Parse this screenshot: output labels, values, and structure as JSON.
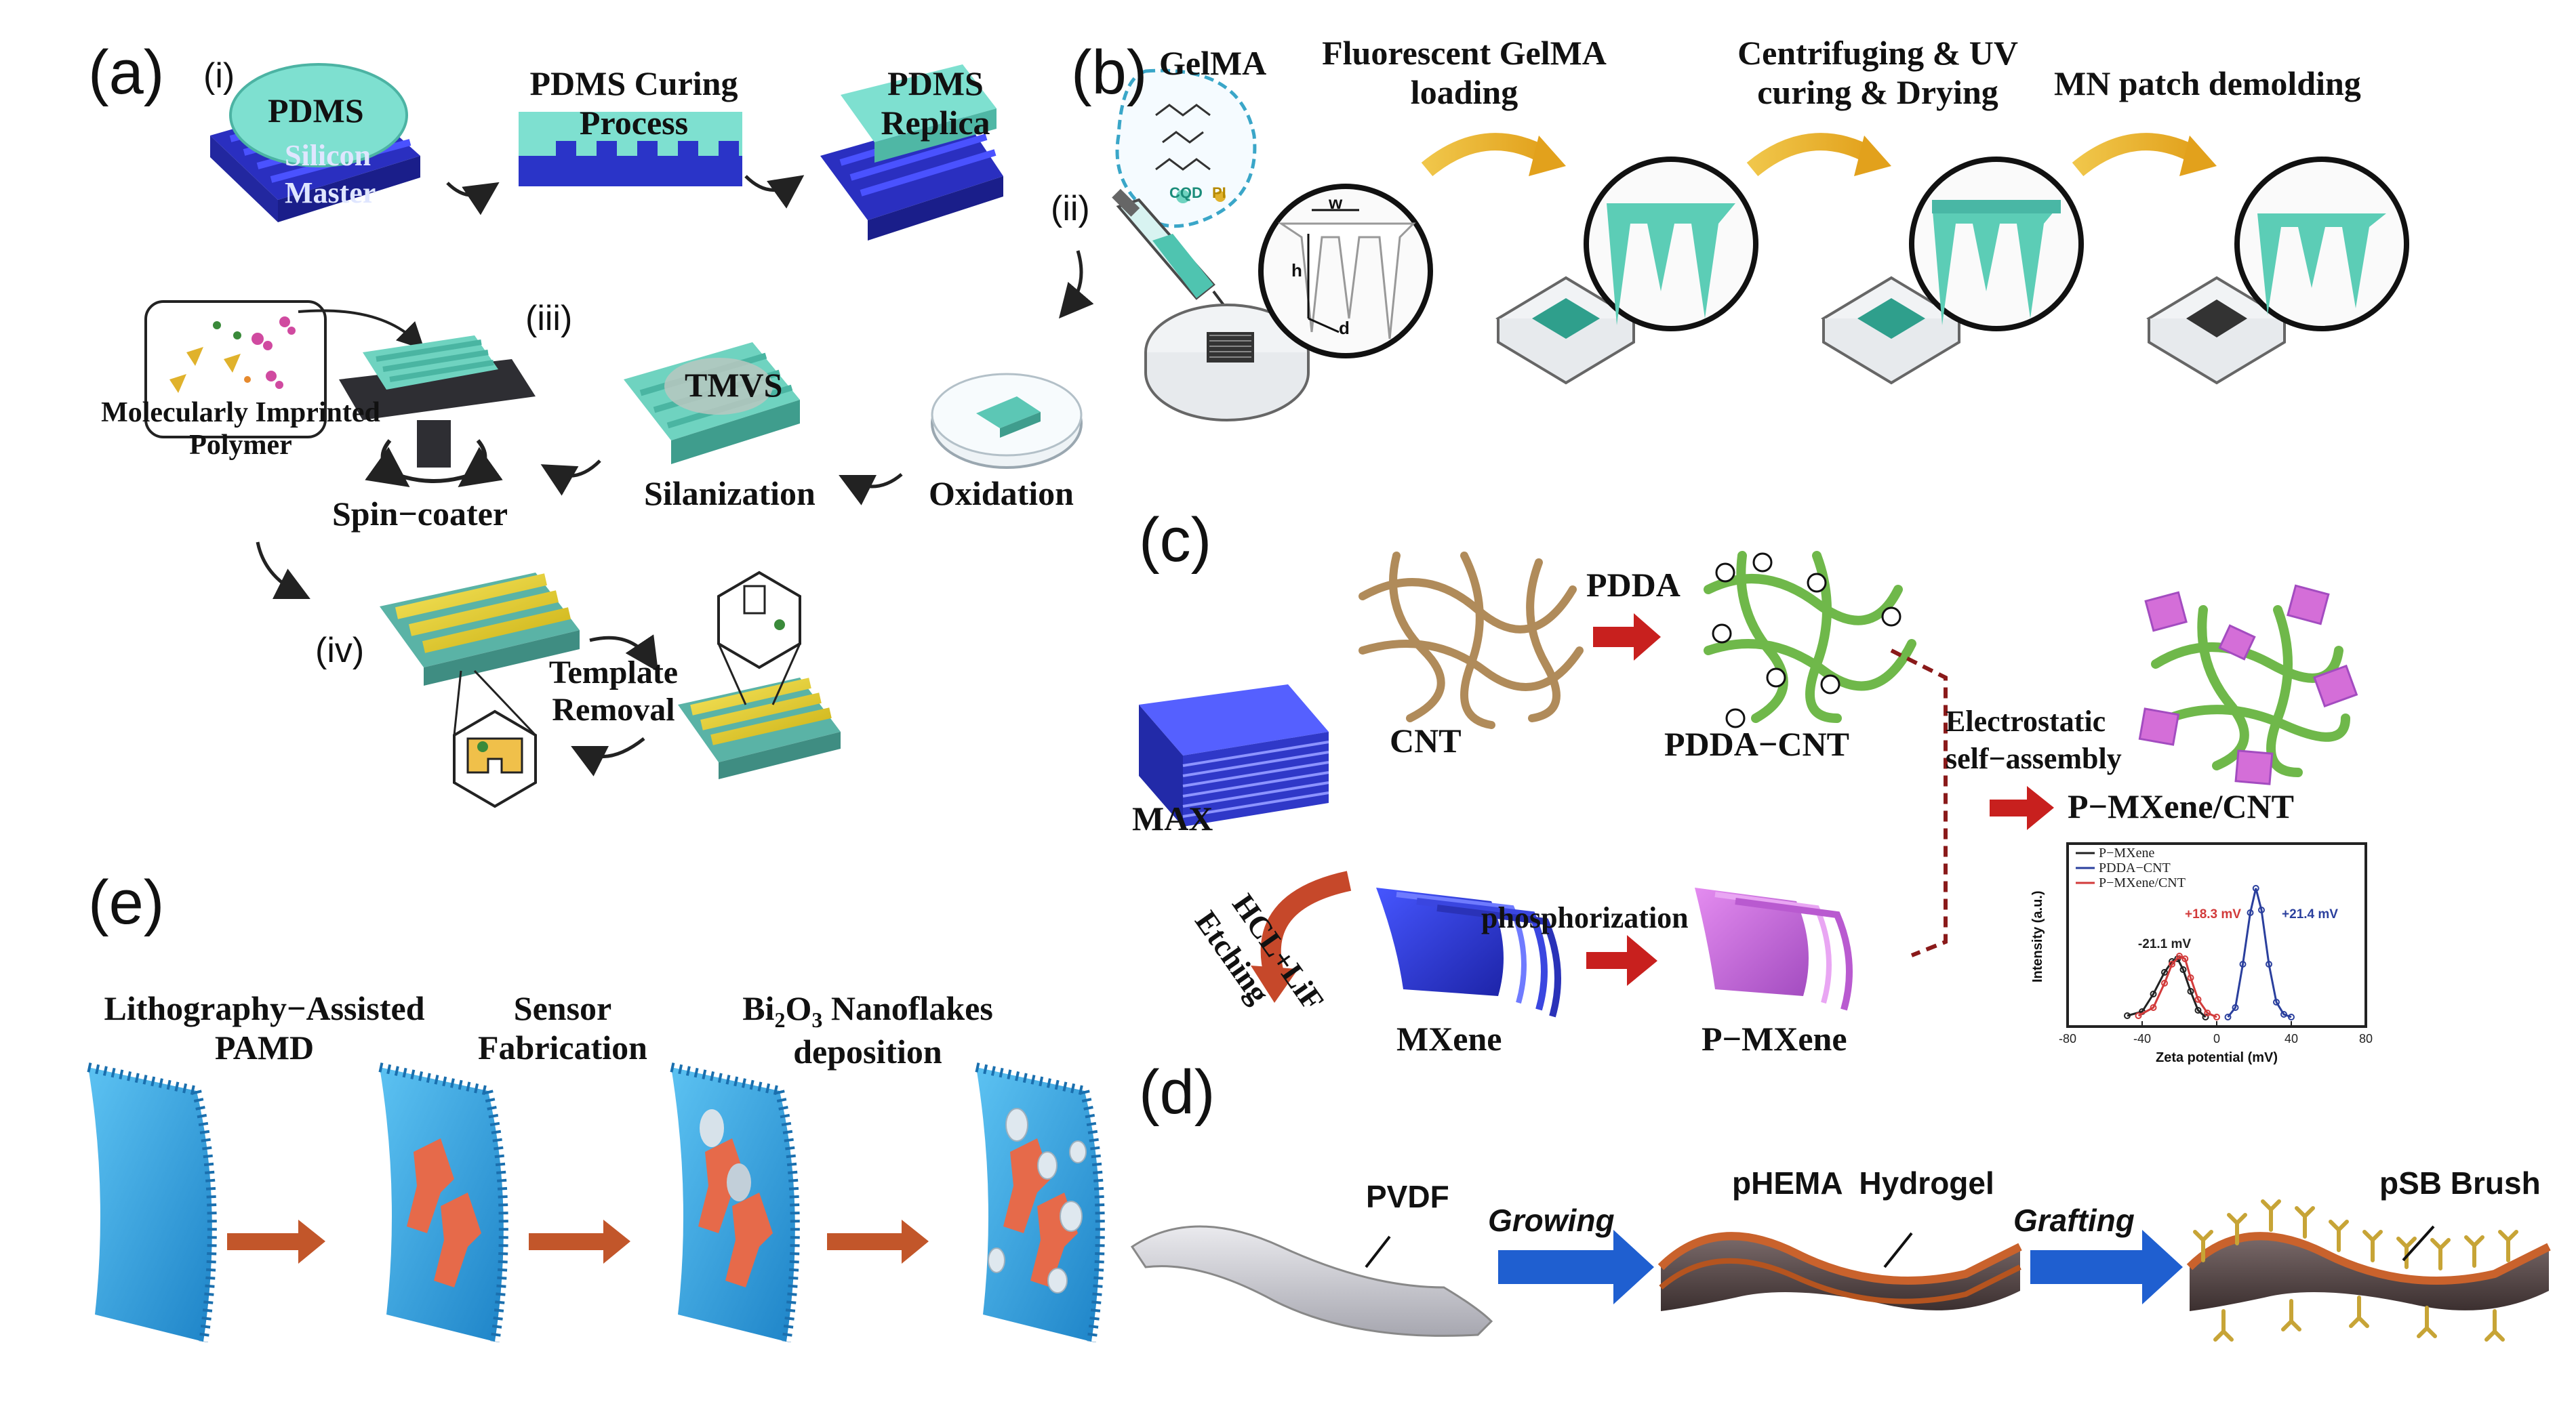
{
  "panels": {
    "a": "(a)",
    "b": "(b)",
    "c": "(c)",
    "d": "(d)",
    "e": "(e)"
  },
  "a": {
    "step_i": "(i)",
    "step_ii": "(ii)",
    "step_iii": "(iii)",
    "step_iv": "(iv)",
    "pdms": "PDMS",
    "silicon_master_1": "Silicon",
    "silicon_master_2": "Master",
    "curing_1": "PDMS Curing",
    "curing_2": "Process",
    "replica_1": "PDMS",
    "replica_2": "Replica",
    "mip_1": "Molecularly Imprinted",
    "mip_2": "Polymer",
    "spin_coater": "Spin−coater",
    "tmvs": "TMVS",
    "silanization": "Silanization",
    "oxidation": "Oxidation",
    "template_1": "Template",
    "template_2": "Removal"
  },
  "b": {
    "gelma": "GelMA",
    "cqd": "CQD",
    "pi": "PI",
    "w": "w",
    "h": "h",
    "d": "d",
    "step1_1": "Fluorescent GelMA",
    "step1_2": "loading",
    "step2_1": "Centrifuging & UV",
    "step2_2": "curing & Drying",
    "step3": "MN patch demolding"
  },
  "c": {
    "cnt": "CNT",
    "pdda": "PDDA",
    "pdda_cnt": "PDDA−CNT",
    "max": "MAX",
    "hcl_lif": "HCL+LiF",
    "etching": "Etching",
    "mxene": "MXene",
    "phosphorization": "phosphorization",
    "p_mxene": "P−MXene",
    "electro_1": "Electrostatic",
    "electro_2": "self−assembly",
    "product": "P−MXene/CNT"
  },
  "chart_data": {
    "type": "line",
    "xlabel": "Zeta potential (mV)",
    "ylabel": "Intensity (a.u.)",
    "xlim": [
      -80,
      80
    ],
    "xticks": [
      "-80",
      "-40",
      "0",
      "40",
      "80"
    ],
    "legend_position": "top-left",
    "series": [
      {
        "name": "P−MXene",
        "color": "#222222",
        "x": [
          -48,
          -40,
          -34,
          -28,
          -24,
          -21,
          -18,
          -14,
          -10,
          -6
        ],
        "y": [
          0.02,
          0.05,
          0.18,
          0.34,
          0.42,
          0.44,
          0.36,
          0.2,
          0.06,
          0.01
        ]
      },
      {
        "name": "PDDA−CNT",
        "color": "#2a3f9d",
        "x": [
          6,
          10,
          14,
          18,
          21,
          24,
          28,
          32,
          36,
          40
        ],
        "y": [
          0.01,
          0.08,
          0.4,
          0.78,
          0.96,
          0.8,
          0.4,
          0.12,
          0.03,
          0.01
        ]
      },
      {
        "name": "P−MXene/CNT",
        "color": "#d23a3a",
        "x": [
          -42,
          -34,
          -28,
          -24,
          -20,
          -17,
          -14,
          -10,
          -5,
          0
        ],
        "y": [
          0.02,
          0.08,
          0.26,
          0.4,
          0.46,
          0.44,
          0.3,
          0.14,
          0.04,
          0.01
        ]
      }
    ],
    "annotations": [
      "-21.1 mV",
      "+18.3 mV",
      "+21.4 mV"
    ]
  },
  "d": {
    "pvdf": "PVDF",
    "growing": "Growing",
    "phema": "pHEMA  Hydrogel",
    "grafting": "Grafting",
    "psb": "pSB Brush"
  },
  "e": {
    "litho_1": "Lithography−Assisted",
    "litho_2": "PAMD",
    "sensor_1": "Sensor",
    "sensor_2": "Fabrication",
    "bi2o3_pre": "Bi",
    "bi2o3_sub1": "2",
    "bi2o3_mid": "O",
    "bi2o3_sub2": "3",
    "bi2o3_post": " Nanoflakes",
    "bi2o3_2": "deposition"
  },
  "colors": {
    "teal": "#6fd3c0",
    "blue": "#2f3fd6",
    "purple": "#c76bd8",
    "yellow": "#e8d22a",
    "red_arrow": "#c8201e",
    "blue_arrow": "#1f5fd0",
    "orange_arrow": "#c2562a",
    "cyan_mn": "#3aa7e0"
  }
}
